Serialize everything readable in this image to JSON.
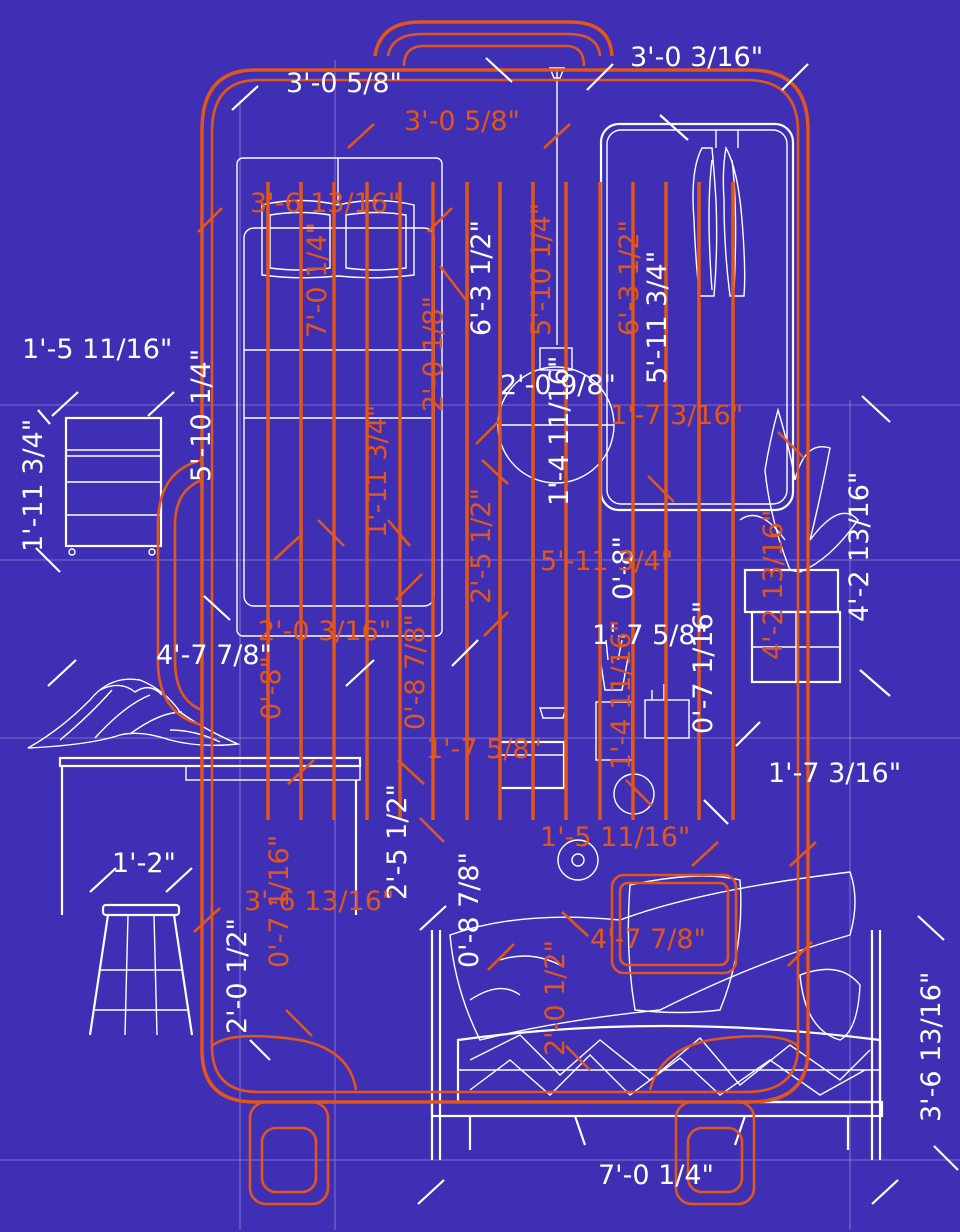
{
  "colors": {
    "background": "#3f2fb5",
    "white_lines": "#ffffff",
    "orange_lines": "#e2561a"
  },
  "dimensions": {
    "white": [
      "3'-0 3/16\"",
      "3'-0 5/8\"",
      "1'-5 11/16\"",
      "1'-11 3/4\"",
      "5'-10 1/4\"",
      "6'-3 1/2\"",
      "5'-11 3/4\"",
      "2'-0 9/8\"",
      "1'-4 11/16\"",
      "0'-8\"",
      "1'-7 5/8\"",
      "0'-7 1/16\"",
      "4'-2 13/16\"",
      "4'-7 7/8\"",
      "1'-7 3/16\"",
      "1'-2\"",
      "2'-5 1/2\"",
      "0'-8 7/8\"",
      "2'-0 1/2\"",
      "3'-6 13/16\"",
      "7'-0 1/4\""
    ],
    "orange": [
      "3'-0 5/8\"",
      "3'-6 13/16\"",
      "7'-0 1/4\"",
      "2'-0 1/8\"",
      "5'-10 1/4\"",
      "6'-3 1/2\"",
      "1'-7 3/16\"",
      "1'-11 3/4\"",
      "2'-5 1/2\"",
      "5'-11 3/4\"",
      "0'-8\"",
      "2'-0 3/16\"",
      "0'-8 7/8\"",
      "1'-7 5/8\"",
      "1'-4 11/16\"",
      "1'-5 11/16\"",
      "0'-7 1/16\"",
      "3'-6 13/16\"",
      "4'-7 7/8\"",
      "2'-0 1/2\"",
      "4'-2 13/16\""
    ]
  }
}
